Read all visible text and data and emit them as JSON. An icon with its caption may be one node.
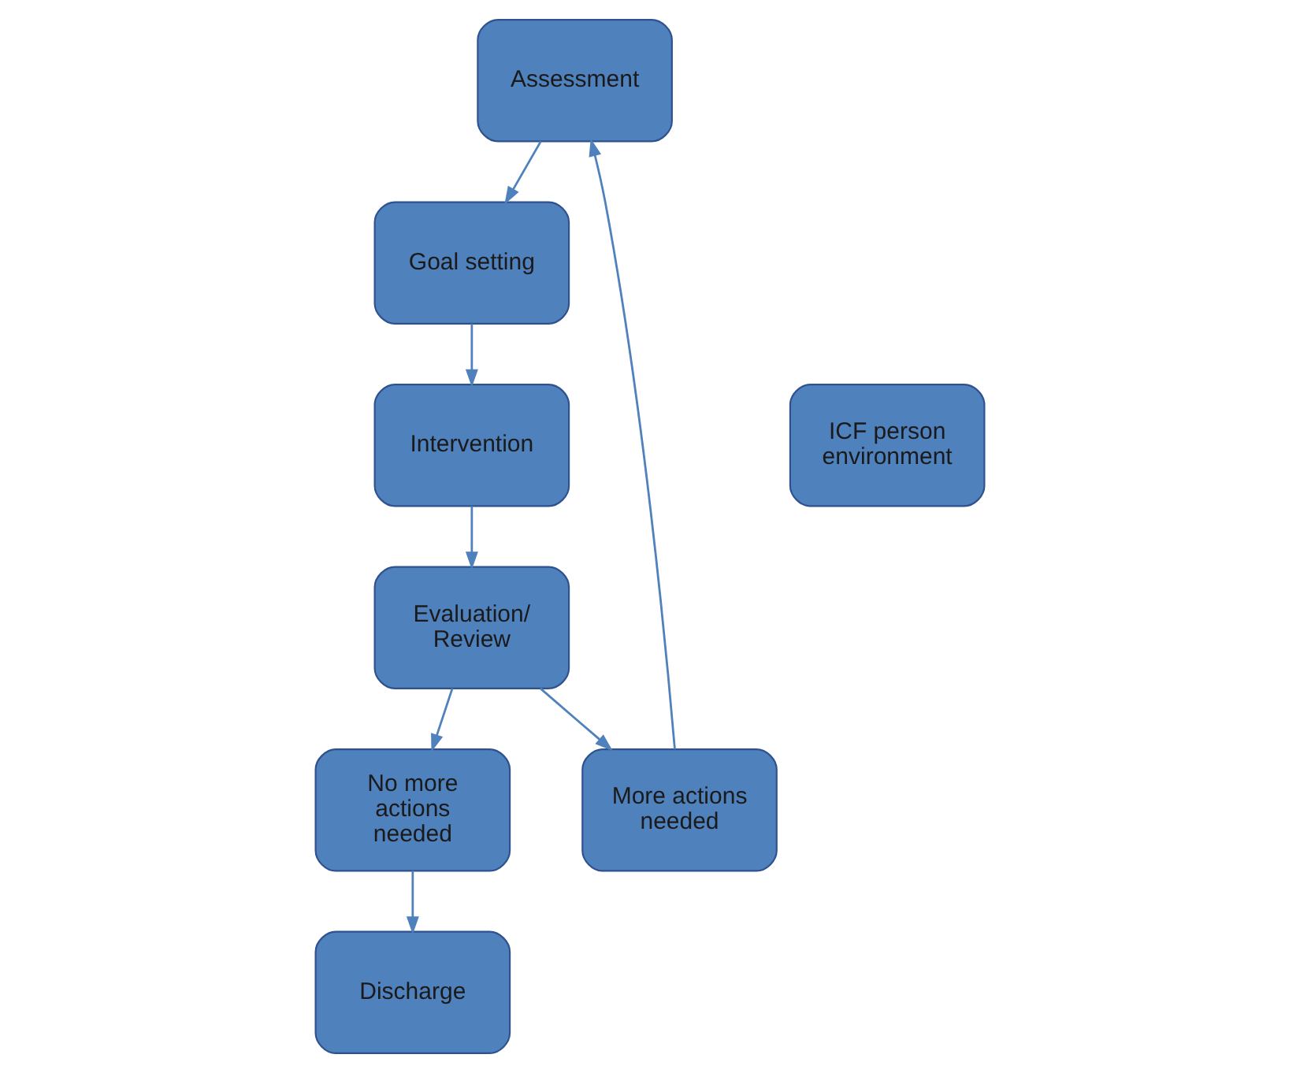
{
  "diagram": {
    "nodes": [
      {
        "text": [
          "Assessment"
        ]
      },
      {
        "text": [
          "Goal setting"
        ]
      },
      {
        "text": [
          "Intervention"
        ]
      },
      {
        "text": [
          "ICF person environment"
        ]
      },
      {
        "text": [
          "Evaluation/ Review"
        ]
      },
      {
        "text": [
          "More actions needed"
        ]
      },
      {
        "text": [
          "No more actions needed"
        ]
      },
      {
        "text": [
          "Discharge"
        ]
      }
    ],
    "edges": [
      {
        "from": 0,
        "to": 1,
        "arrow": "to"
      },
      {
        "from": 1,
        "to": 2,
        "arrow": "to"
      },
      {
        "from": 2,
        "to": 4,
        "arrow": "to"
      },
      {
        "from": 4,
        "to": 5,
        "arrow": "to"
      },
      {
        "from": 5,
        "to": 0,
        "arrow": "to"
      },
      {
        "from": 4,
        "to": 6,
        "arrow": "to"
      },
      {
        "from": 6,
        "to": 7,
        "arrow": "to"
      }
    ]
  }
}
